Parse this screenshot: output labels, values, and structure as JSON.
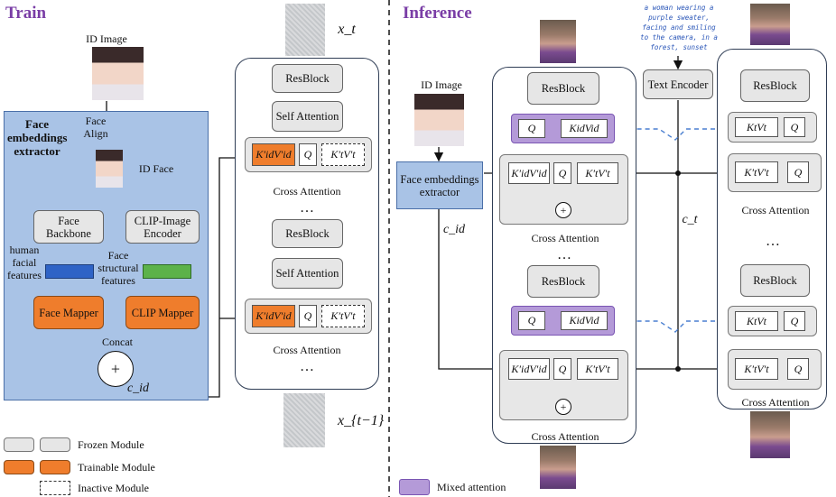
{
  "train": {
    "title": "Train",
    "id_image_label": "ID Image",
    "face_align_label": "Face\nAlign",
    "extractor_label": "Face embeddings extractor",
    "id_face_label": "ID Face",
    "face_backbone": "Face Backbone",
    "clip_encoder": "CLIP-Image Encoder",
    "human_features": "human facial features",
    "face_structural": "Face structural features",
    "face_mapper": "Face Mapper",
    "clip_mapper": "CLIP Mapper",
    "concat": "Concat",
    "plus": "+",
    "c_id": "c_id",
    "x_t": "x_t",
    "x_t1": "x_{t−1}",
    "resblock": "ResBlock",
    "self_attention": "Self Attention",
    "cross_attention": "Cross Attention",
    "dots": "…",
    "cell_kv_id": "K′idV′id",
    "cell_q": "Q",
    "cell_kv_t": "K′tV′t"
  },
  "inference": {
    "title": "Inference",
    "prompt_text": "a woman wearing a purple sweater, facing and smiling to the camera, in a forest, sunset",
    "id_image_label": "ID Image",
    "extractor_label": "Face embeddings extractor",
    "text_encoder": "Text Encoder",
    "c_id": "c_id",
    "c_t": "c_t",
    "resblock": "ResBlock",
    "cross_attention": "Cross Attention",
    "dots": "…",
    "cell_q": "Q",
    "cell_kv_id_mixed": "KidVid",
    "cell_kv_t_mixed": "KtVt",
    "cell_kv_id": "K′idV′id",
    "cell_kv_t": "K′tV′t",
    "plus": "+"
  },
  "legend": {
    "frozen": "Frozen Module",
    "trainable": "Trainable Module",
    "inactive": "Inactive Module",
    "mixed": "Mixed attention"
  },
  "colors": {
    "accent_title": "#7a3ea6",
    "trainable": "#ef7d2c",
    "frozen": "#e6e6e6",
    "extractor_bg": "#a9c3e6",
    "mixed": "#b49ad8",
    "feature_blue": "#2f63c6",
    "feature_green": "#5cb24a",
    "dashed_arrow": "#4a7fd0"
  }
}
